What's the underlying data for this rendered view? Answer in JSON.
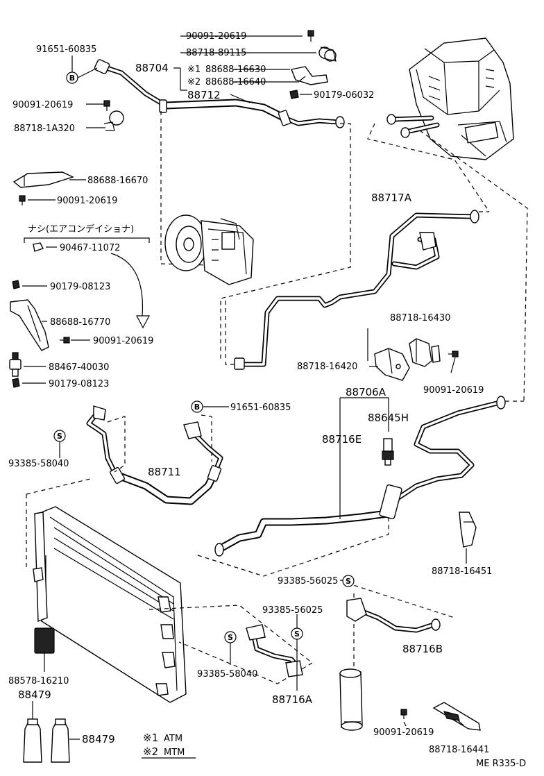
{
  "labels": {
    "p91651_top": "91651-60835",
    "p88704": "88704",
    "p90091_top": "90091-20619",
    "p88718_89115": "88718-89115",
    "mark1": "※1",
    "p88688_16630": "88688-16630",
    "mark2": "※2",
    "p88688_16640": "88688-16640",
    "p88712": "88712",
    "p90179_06032": "90179-06032",
    "p90091_left1": "90091-20619",
    "p88718_1a320": "88718-1A320",
    "p88688_16670": "88688-16670",
    "p90091_left2": "90091-20619",
    "note_jp": "ナシ(エアコンデイショナ)",
    "p90467": "90467-11072",
    "p90179_a": "90179-08123",
    "p88688_16770": "88688-16770",
    "p90091_left3": "90091-20619",
    "p88467": "88467-40030",
    "p90179_b": "90179-08123",
    "p91651_mid": "91651-60835",
    "p93385_58040_left": "93385-58040",
    "p88711": "88711",
    "p88717a": "88717A",
    "p88718_16430": "88718-16430",
    "p88718_16420": "88718-16420",
    "p90091_right": "90091-20619",
    "p88706a": "88706A",
    "p88645h": "88645H",
    "p88716e": "88716E",
    "p88718_16451": "88718-16451",
    "p93385_56025_a": "93385-56025",
    "p93385_56025_b": "93385-56025",
    "p88716b": "88716B",
    "p93385_58040_bot": "93385-58040",
    "p88716a": "88716A",
    "p88578": "88578-16210",
    "p88479_a": "88479",
    "p88479_b": "88479",
    "p90091_bot": "90091-20619",
    "p88718_16441": "88718-16441",
    "legend1_mark": "※1",
    "legend1_text": "ATM",
    "legend2_mark": "※2",
    "legend2_text": "MTM",
    "footer": "ME R335-D"
  },
  "symbols": {
    "b": "B",
    "s": "S"
  }
}
